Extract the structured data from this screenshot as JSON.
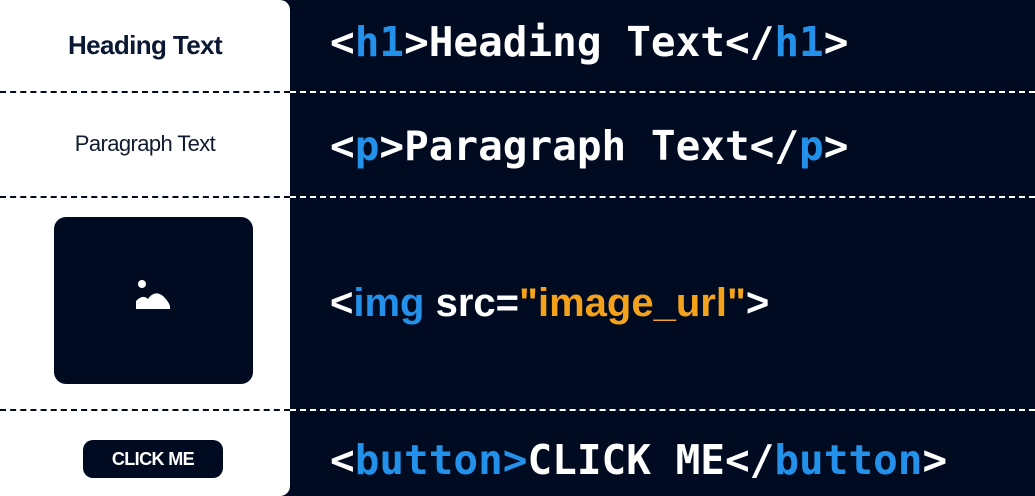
{
  "preview": {
    "heading_text": "Heading Text",
    "paragraph_text": "Paragraph Text",
    "image_icon": "image-icon",
    "button_text": "CLICK ME"
  },
  "code": {
    "h1": {
      "open": "<",
      "tag": "h1",
      "close_open": ">",
      "text": "Heading Text",
      "close_bracket": "</",
      "close_tag": "h1",
      "end": ">"
    },
    "p": {
      "open": "<",
      "tag": "p",
      "close_open": ">",
      "text": "Paragraph Text",
      "close_bracket": "</",
      "close_tag": "p",
      "end": ">"
    },
    "img": {
      "open": "<",
      "tag": "img",
      "attr": " src=",
      "value": "\"image_url\"",
      "end": ">"
    },
    "button": {
      "open": "<",
      "tag": "button>",
      "text": "CLICK ME",
      "close_bracket": "</",
      "close_tag": "button",
      "end": ">"
    }
  },
  "colors": {
    "background": "#000a20",
    "panel": "#ffffff",
    "tag": "#2391ea",
    "string": "#f4a21c"
  }
}
